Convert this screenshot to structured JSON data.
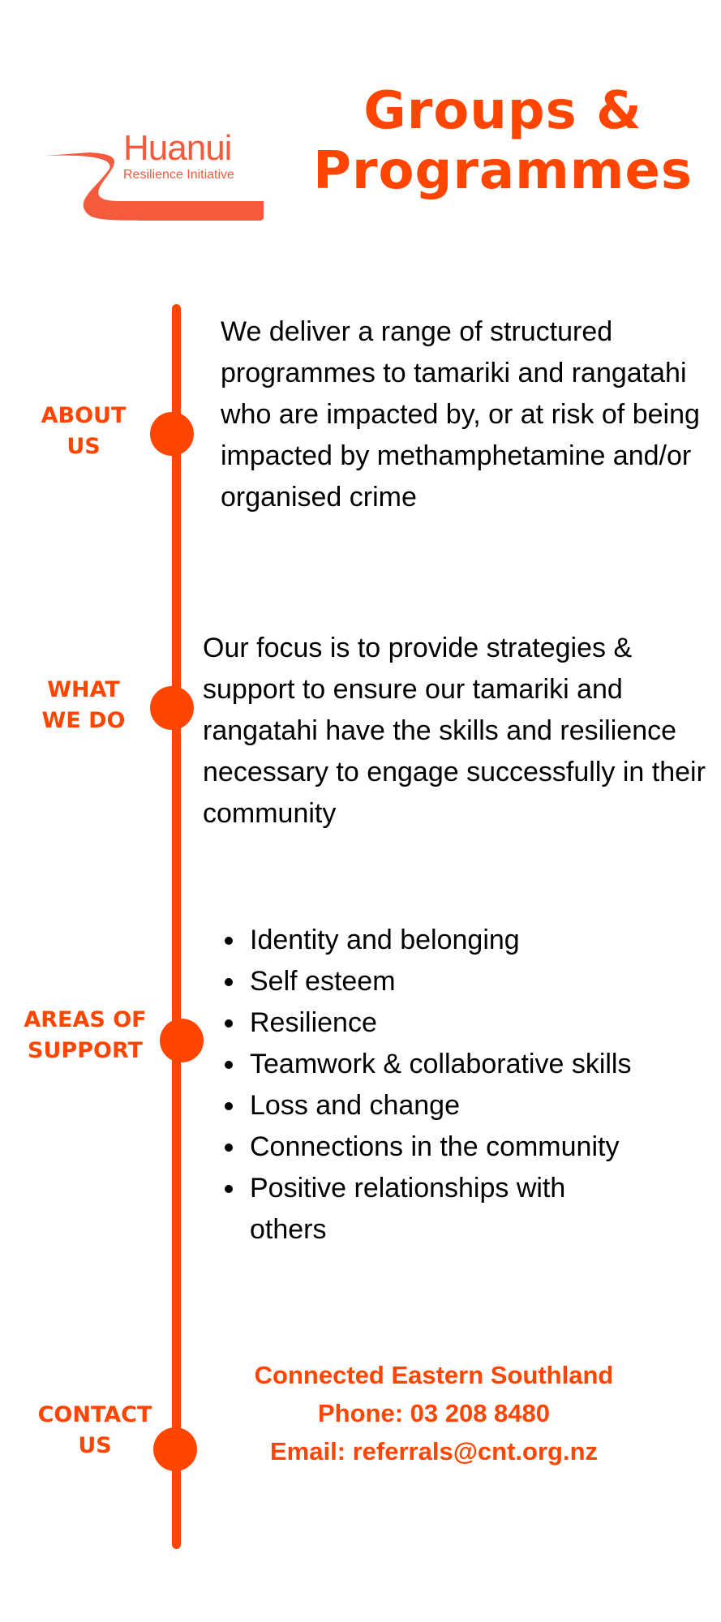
{
  "logo": {
    "name": "Huanui",
    "subtitle": "Resilience Initiative"
  },
  "header": {
    "title_line1": "Groups &",
    "title_line2": "Programmes"
  },
  "colors": {
    "accent": "#ff4500",
    "logo": "#f55a3c"
  },
  "sections": [
    {
      "label_line1": "ABOUT",
      "label_line2": "US",
      "text": "We deliver a range of structured programmes to tamariki and rangatahi who are  impacted by, or at risk of being impacted by methamphetamine and/or organised crime"
    },
    {
      "label_line1": "WHAT",
      "label_line2": "WE DO",
      "text": "Our focus is to provide strategies & support to ensure our tamariki and rangatahi have the skills and resilience necessary to engage successfully in their community"
    },
    {
      "label_line1": "AREAS OF",
      "label_line2": "SUPPORT",
      "items": [
        "Identity and belonging",
        "Self esteem",
        "Resilience",
        "Teamwork & collaborative skills",
        "Loss and change",
        "Connections in the community",
        "Positive relationships with others"
      ]
    },
    {
      "label_line1": "CONTACT",
      "label_line2": "US",
      "lines": [
        "Connected Eastern Southland",
        "Phone: 03 208 8480",
        "Email: referrals@cnt.org.nz"
      ]
    }
  ]
}
